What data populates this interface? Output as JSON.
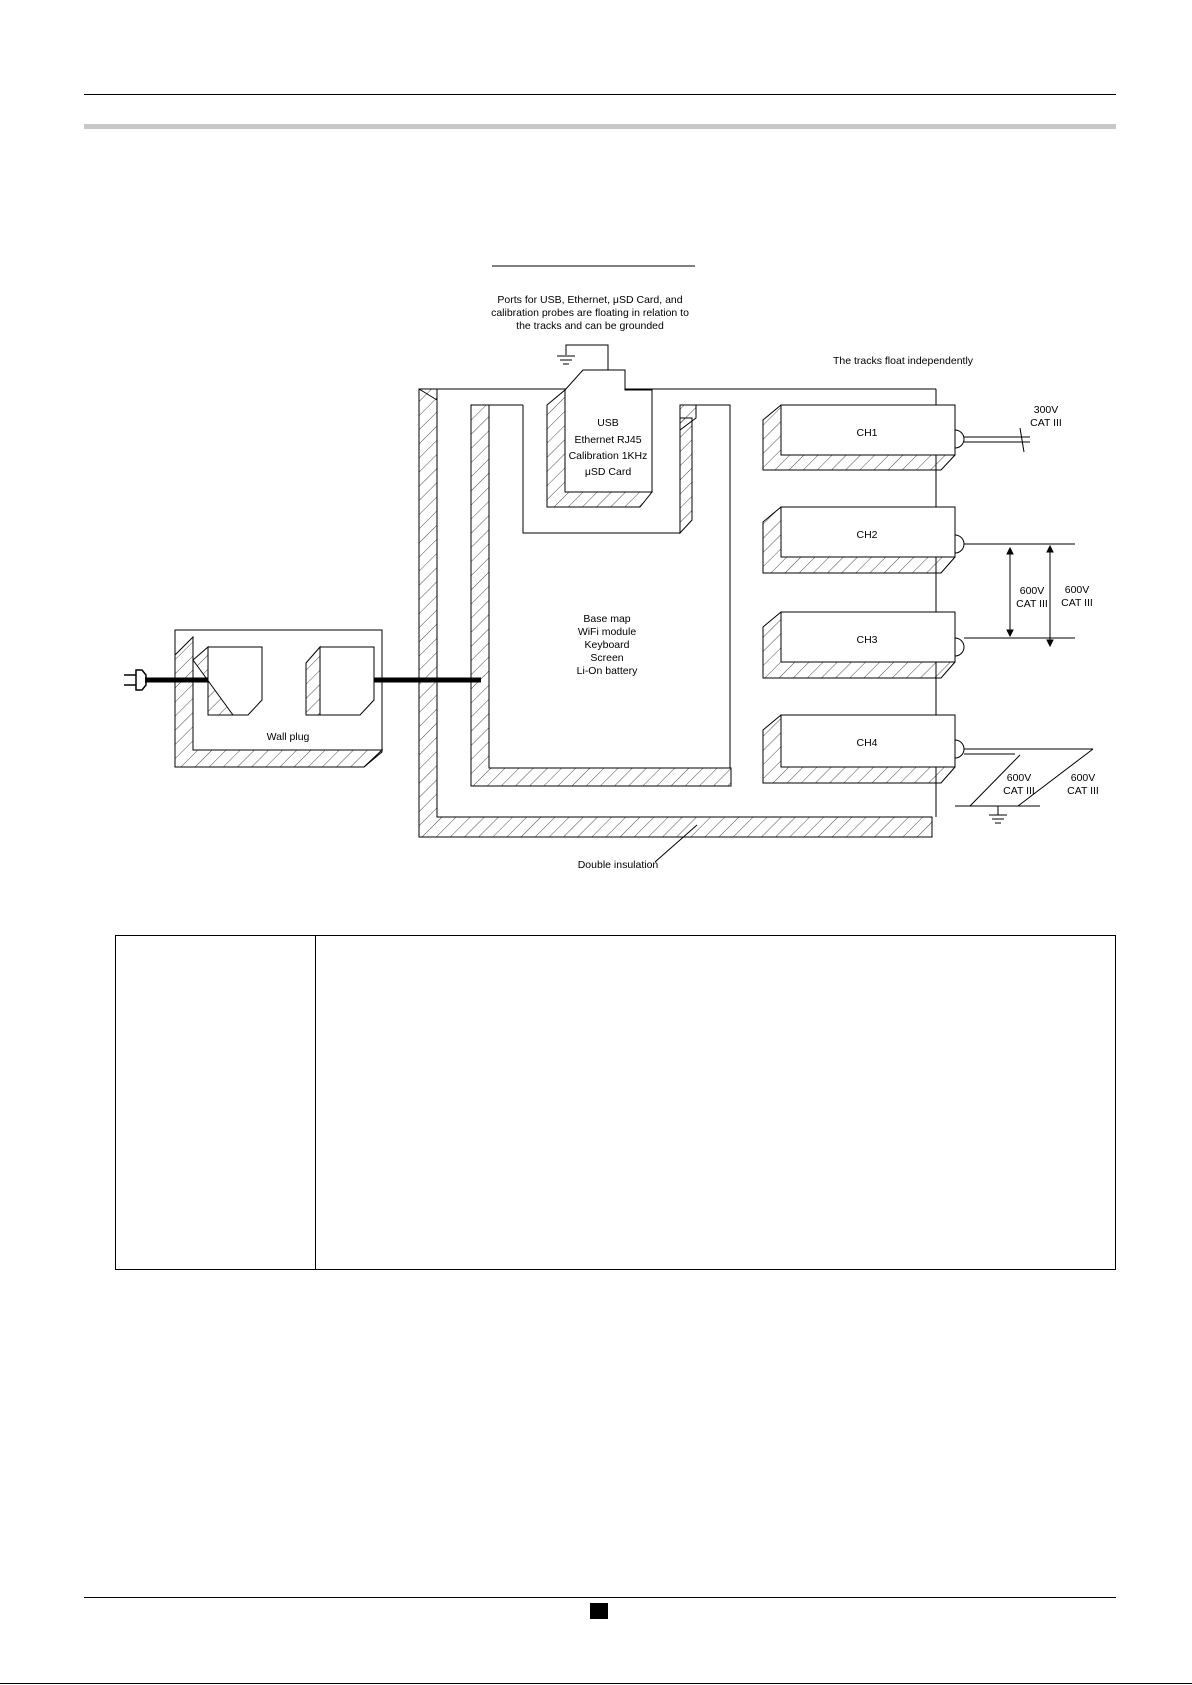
{
  "diagram": {
    "ports_note": [
      "Ports for USB, Ethernet, μSD Card, and",
      "calibration probes are floating in relation to",
      "the tracks and can be grounded"
    ],
    "tracks_note": "The tracks float independently",
    "ports_block": [
      "USB",
      "Ethernet RJ45",
      "Calibration 1KHz",
      "μSD Card"
    ],
    "main_block": [
      "Base map",
      "WiFi module",
      "Keyboard",
      "Screen",
      "Li-On battery"
    ],
    "wall_plug": "Wall plug",
    "double_insulation": "Double insulation",
    "channels": [
      "CH1",
      "CH2",
      "CH3",
      "CH4"
    ],
    "ratings": {
      "ch1": [
        "300V",
        "CAT III"
      ],
      "ch2_ch3_inner": [
        "600V",
        "CAT III"
      ],
      "ch2_ch3_outer": [
        "600V",
        "CAT III"
      ],
      "ch4_inner": [
        "600V",
        "CAT III"
      ],
      "ch4_outer": [
        "600V",
        "CAT III"
      ]
    }
  }
}
